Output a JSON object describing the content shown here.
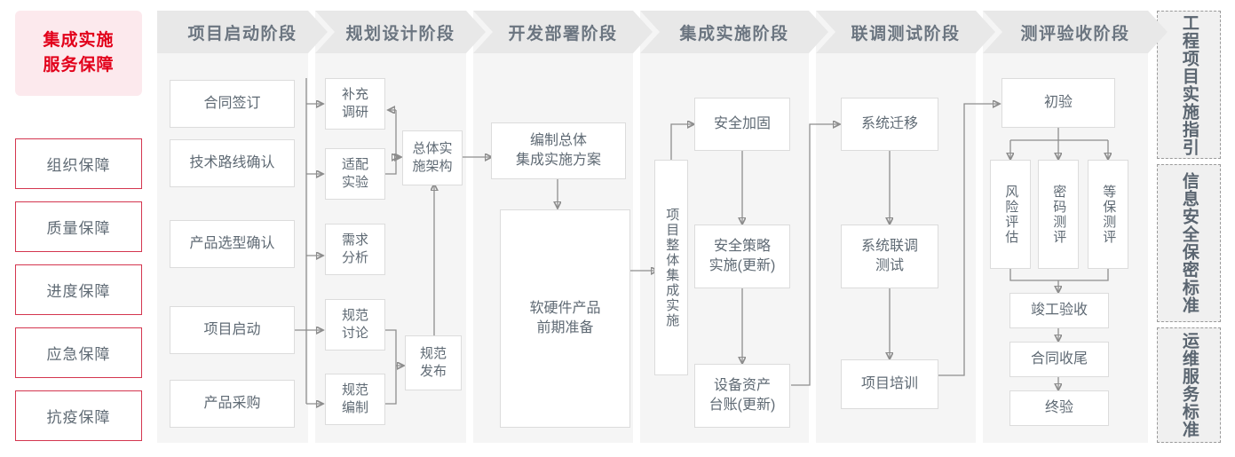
{
  "left_rail": {
    "title": "集成实施\n服务保障",
    "title_line1": "集成实施",
    "title_line2": "服务保障",
    "items": [
      {
        "label": "组织保障"
      },
      {
        "label": "质量保障"
      },
      {
        "label": "进度保障"
      },
      {
        "label": "应急保障"
      },
      {
        "label": "抗疫保障"
      }
    ]
  },
  "phases": [
    {
      "id": "phase-1",
      "header": "项目启动阶段"
    },
    {
      "id": "phase-2",
      "header": "规划设计阶段"
    },
    {
      "id": "phase-3",
      "header": "开发部署阶段"
    },
    {
      "id": "phase-4",
      "header": "集成实施阶段"
    },
    {
      "id": "phase-5",
      "header": "联调测试阶段"
    },
    {
      "id": "phase-6",
      "header": "测评验收阶段"
    }
  ],
  "nodes": {
    "n_contract": "合同签订",
    "n_tech_route": "技术路线确认",
    "n_product_sel": "产品选型确认",
    "n_kickoff": "项目启动",
    "n_procure": "产品采购",
    "n_supp_survey": "补充\n调研",
    "n_adapt_test": "适配\n实验",
    "n_req_analysis": "需求\n分析",
    "n_spec_discuss": "规范\n讨论",
    "n_spec_draft": "规范\n编制",
    "n_arch": "总体实\n施架构",
    "n_spec_pub": "规范\n发布",
    "n_plan_doc": "编制总体\n集成实施方案",
    "n_hw_sw_prep": "软硬件产品\n前期准备",
    "n_overall_impl": "项目整体集成实施",
    "n_sec_harden": "安全加固",
    "n_sec_policy": "安全策略\n实施(更新)",
    "n_asset_ledger": "设备资产\n台账(更新)",
    "n_sys_migrate": "系统迁移",
    "n_joint_test": "系统联调\n测试",
    "n_training": "项目培训",
    "n_prelim_accept": "初验",
    "n_risk_assess": "风险评估",
    "n_crypto_eval": "密码测评",
    "n_mlps_eval": "等保测评",
    "n_completion": "竣工验收",
    "n_contract_close": "合同收尾",
    "n_final_accept": "终验"
  },
  "right_rail": [
    {
      "label": "工程项目实施指引"
    },
    {
      "label": "信息安全保密标准"
    },
    {
      "label": "运维服务标准"
    }
  ],
  "colors": {
    "accent_red": "#e2001a",
    "rail_box_border": "#d4364f",
    "title_bg": "#fce9ed",
    "column_bg": "#f5f5f5",
    "header_bg": "#e8e8e8",
    "node_border": "#dcdcdc",
    "text": "#5f6a74",
    "connector": "#8d8d8d"
  }
}
